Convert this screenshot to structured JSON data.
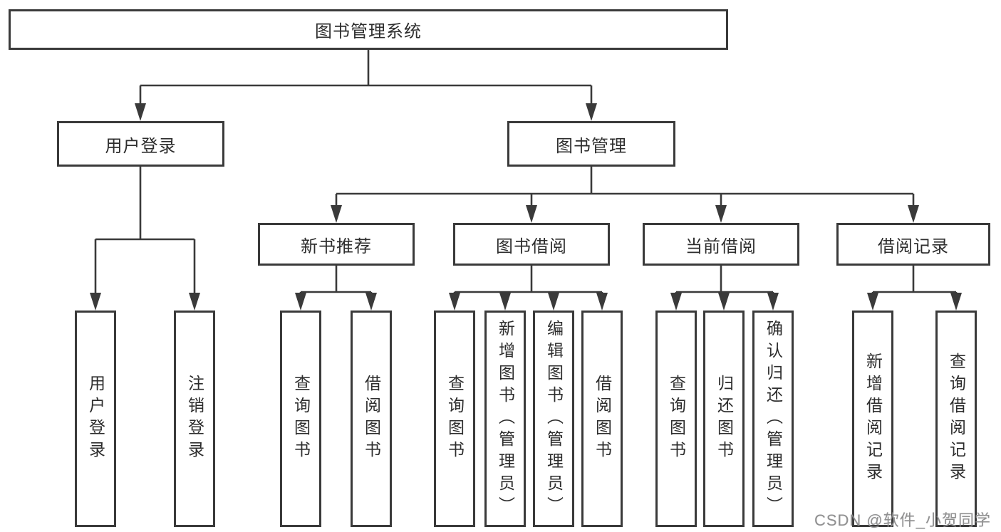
{
  "nodes": {
    "root": "图书管理系统",
    "user_login": "用户登录",
    "book_mgmt": "图书管理",
    "new_book_rec": "新书推荐",
    "book_borrow": "图书借阅",
    "current_borrow": "当前借阅",
    "borrow_record": "借阅记录",
    "ul_user_login": "用户登录",
    "ul_logout": "注销登录",
    "nb_query_book": "查询图书",
    "nb_borrow_book": "借阅图书",
    "bb_query_book": "查询图书",
    "bb_add_book": "新增图书（管理员）",
    "bb_edit_book": "编辑图书（管理员）",
    "bb_borrow_book": "借阅图书",
    "cb_query_book": "查询图书",
    "cb_return_book": "归还图书",
    "cb_confirm_return": "确认归还（管理员）",
    "br_add_record": "新增借阅记录",
    "br_query_record": "查询借阅记录"
  },
  "watermark": "CSDN @软件_小贺同学",
  "colors": {
    "line": "#3a3a3a",
    "border": "#3a3a3a",
    "text": "#2d2d2d",
    "background": "#ffffff",
    "watermark": "#8a8a8a"
  }
}
